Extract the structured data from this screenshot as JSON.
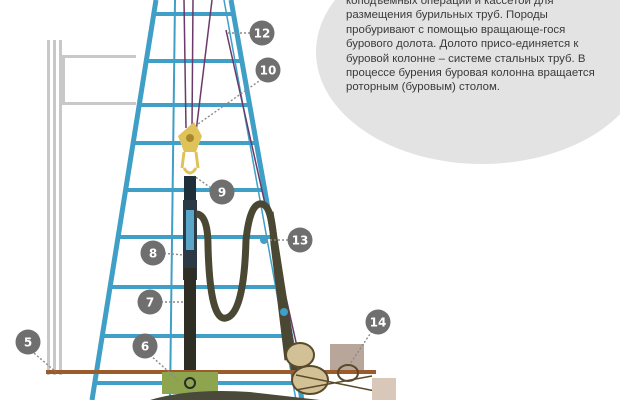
{
  "info_text": "коподъемных операций и кассетой для размещения бурильных труб. Породы пробуривают с помощью вращающе-гося бурового долота. Долото присо-единяется к буровой колонне – системе стальных труб. В процессе бурения буровая колонна вращается роторным (буровым) столом.",
  "callouts": [
    {
      "id": "5",
      "label": "5"
    },
    {
      "id": "6",
      "label": "6"
    },
    {
      "id": "7",
      "label": "7"
    },
    {
      "id": "8",
      "label": "8"
    },
    {
      "id": "9",
      "label": "9"
    },
    {
      "id": "10",
      "label": "10"
    },
    {
      "id": "12",
      "label": "12"
    },
    {
      "id": "13",
      "label": "13"
    },
    {
      "id": "14",
      "label": "14"
    }
  ],
  "colors": {
    "tower": "#3f9fc6",
    "callout_fill": "#6f6f6f",
    "info_bubble": "#e3e3e3",
    "hose": "#4a4733",
    "pipe": "#2e2e24",
    "rope": "#6a3a6a",
    "block": "#e0c25a",
    "rotor_table": "#8ea44e",
    "floor_beam": "#9b5b2a",
    "rack": "#c8c8c8",
    "drum": "#d2c196",
    "drum_cab": "#b8a69a"
  }
}
